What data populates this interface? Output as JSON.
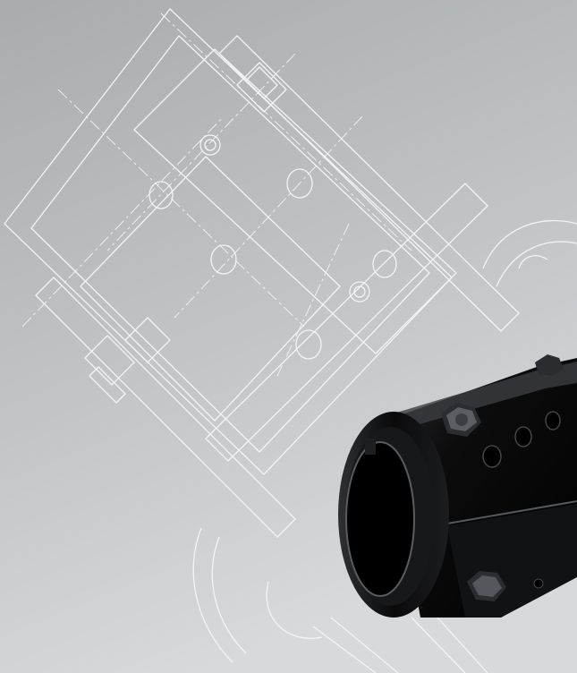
{
  "image": {
    "alt_text": ""
  },
  "colors": {
    "background_light": "#dcdddf",
    "background_dark": "#a3a6aa",
    "drawing_lines": "#f2f3f4",
    "part_body": "#0d0d0e",
    "part_highlight": "#4a4c50"
  },
  "objects": [
    {
      "name": "technical-line-drawing",
      "kind": "exploded mechanical blueprint"
    },
    {
      "name": "black-shaft-collar",
      "kind": "photographed machined coupling"
    }
  ]
}
